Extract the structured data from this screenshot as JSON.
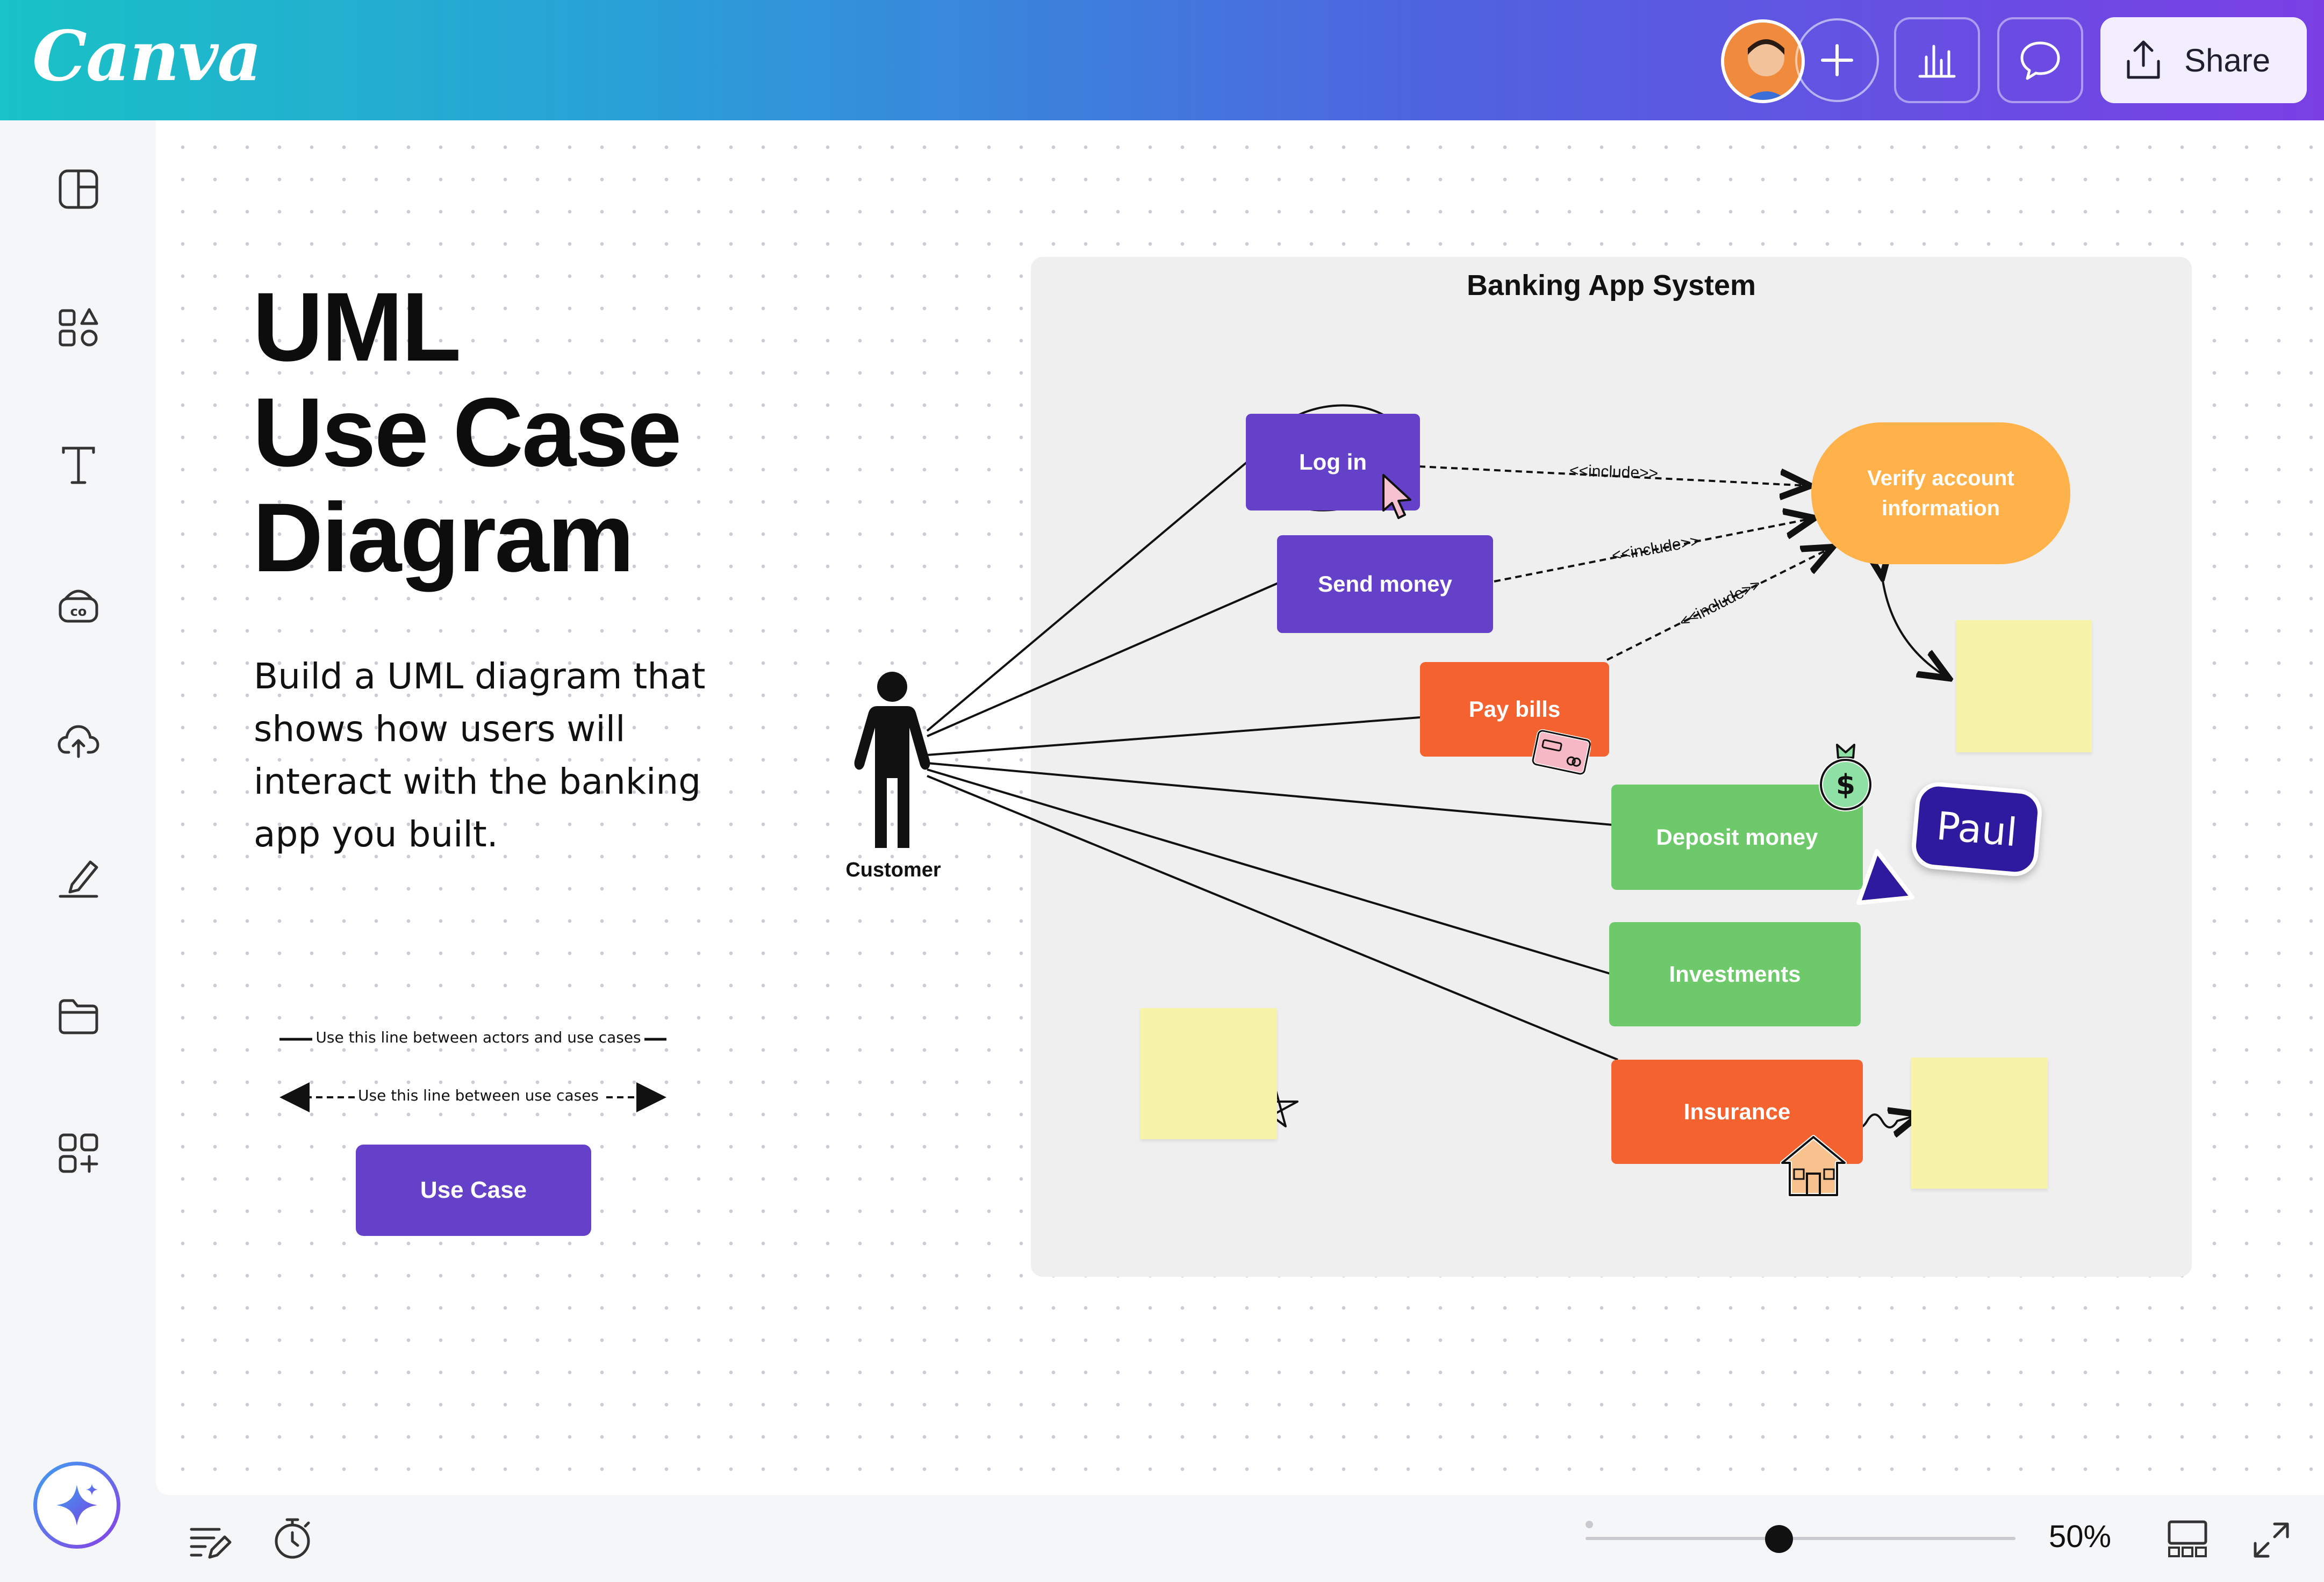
{
  "app": {
    "logo": "Canva",
    "share_label": "Share"
  },
  "header": {
    "icons": [
      "avatar",
      "plus-icon",
      "insights-icon",
      "comment-icon",
      "share-icon"
    ]
  },
  "sidebar": {
    "items": [
      "design-icon",
      "elements-icon",
      "text-icon",
      "brand-icon",
      "uploads-icon",
      "draw-icon",
      "projects-icon",
      "apps-icon"
    ],
    "magic": "magic-sparkle-icon"
  },
  "slide": {
    "title_lines": [
      "UML",
      "Use Case",
      "Diagram"
    ],
    "description": "Build a UML diagram that shows how users will interact with the banking app you built.",
    "legend_actor_line": "Use this line between actors and use cases",
    "legend_usecase_line": "Use this line between use cases",
    "use_case_sample": "Use Case"
  },
  "diagram": {
    "system_title": "Banking App System",
    "actor": "Customer",
    "use_cases": {
      "login": "Log in",
      "send": "Send money",
      "bills": "Pay bills",
      "deposit": "Deposit money",
      "invest": "Investments",
      "insurance": "Insurance"
    },
    "verify_line1": "Verify account",
    "verify_line2": "information",
    "include_label": "<<include>>",
    "collaborator_tag": "Paul",
    "colors": {
      "purple": "#6541c9",
      "orange": "#f4622f",
      "green": "#6ec96b",
      "yellow": "#ffb24a",
      "sticky": "#f7f3a8"
    }
  },
  "bottom": {
    "zoom": "50%",
    "zoom_fraction": 0.45
  }
}
